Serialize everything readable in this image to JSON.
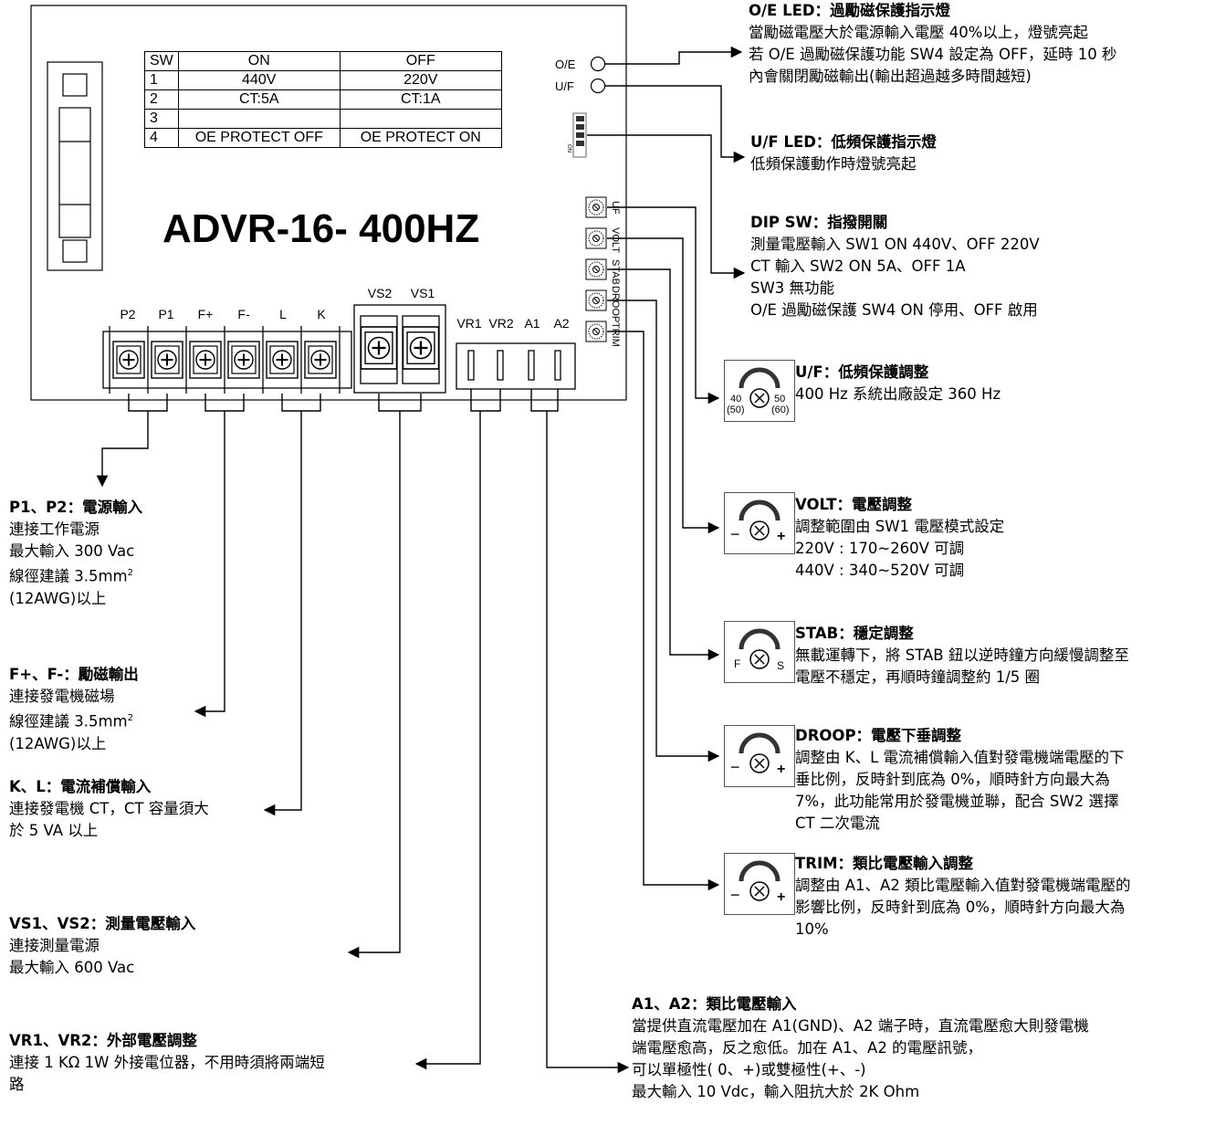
{
  "switch_table": {
    "header": [
      "SW",
      "ON",
      "OFF"
    ],
    "rows": [
      [
        "1",
        "440V",
        "220V"
      ],
      [
        "2",
        "CT:5A",
        "CT:1A"
      ],
      [
        "3",
        "",
        ""
      ],
      [
        "4",
        "OE PROTECT OFF",
        "OE PROTECT ON"
      ]
    ]
  },
  "model_name": "ADVR-16- 400HZ",
  "terminals": {
    "p2": "P2",
    "p1": "P1",
    "fplus": "F+",
    "fminus": "F-",
    "l": "L",
    "k": "K",
    "vs2": "VS2",
    "vs1": "VS1",
    "vr1": "VR1",
    "vr2": "VR2",
    "a1": "A1",
    "a2": "A2"
  },
  "leds": {
    "oe": "O/E",
    "uf": "U/F"
  },
  "dip_on_label": "ON",
  "trimmers": {
    "uf": "UF",
    "volt": "VOLT",
    "stab": "STAB",
    "droop": "DROOP",
    "trim": "TRIM"
  },
  "oe_led": {
    "title": "O/E LED：過勵磁保護指示燈",
    "lines": [
      "當勵磁電壓大於電源輸入電壓 40%以上，燈號亮起",
      "若 O/E 過勵磁保護功能 SW4 設定為 OFF，延時 10 秒",
      "內會關閉勵磁輸出(輸出超過越多時間越短)"
    ]
  },
  "uf_led": {
    "title": "U/F LED：低頻保護指示燈",
    "lines": [
      "低頻保護動作時燈號亮起"
    ]
  },
  "dip_sw": {
    "title": "DIP SW：指撥開關",
    "lines": [
      "測量電壓輸入 SW1 ON 440V、OFF 220V",
      "CT 輸入 SW2 ON 5A、OFF 1A",
      "SW3  無功能",
      "O/E 過勵磁保護 SW4 ON 停用、OFF 啟用"
    ]
  },
  "uf_adj": {
    "title": "U/F：低頻保護調整",
    "lines": [
      "400 Hz 系統出廠設定 360 Hz"
    ],
    "left_top": "40",
    "left_bottom": "(50)",
    "right_top": "50",
    "right_bottom": "(60)"
  },
  "volt_adj": {
    "title": "VOLT：電壓調整",
    "lines": [
      "調整範圍由 SW1 電壓模式設定",
      "220V : 170~260V 可調",
      "440V : 340~520V 可調"
    ],
    "left": "−",
    "right": "+"
  },
  "stab_adj": {
    "title": "STAB：穩定調整",
    "lines": [
      "無載運轉下，將 STAB 鈕以逆時鐘方向緩慢調整至",
      "電壓不穩定，再順時鐘調整約 1/5 圈"
    ],
    "left": "F",
    "right": "S"
  },
  "droop_adj": {
    "title": "DROOP：電壓下垂調整",
    "lines": [
      "調整由 K、L 電流補償輸入值對發電機端電壓的下",
      "垂比例，反時針到底為 0%，順時針方向最大為",
      "7%，此功能常用於發電機並聯，配合 SW2 選擇",
      "CT 二次電流"
    ],
    "left": "−",
    "right": "+"
  },
  "trim_adj": {
    "title": "TRIM：類比電壓輸入調整",
    "lines": [
      "調整由 A1、A2 類比電壓輸入值對發電機端電壓的",
      "影響比例，反時針到底為 0%，順時針方向最大為",
      "10%"
    ],
    "left": "−",
    "right": "+"
  },
  "a1a2": {
    "title": "A1、A2：類比電壓輸入",
    "lines": [
      "當提供直流電壓加在 A1(GND)、A2 端子時，直流電壓愈大則發電機",
      "端電壓愈高，反之愈低。加在 A1、A2 的電壓訊號，",
      "可以單極性( 0、+)或雙極性(+、-)",
      "最大輸入 10 Vdc，輸入阻抗大於 2K Ohm"
    ]
  },
  "p1p2": {
    "title": "P1、P2：電源輸入",
    "lines": [
      "連接工作電源",
      "最大輸入 300 Vac"
    ],
    "wire_pre": "線徑建議 3.5mm",
    "wire_sup": "2",
    "wire_post": "(12AWG)以上"
  },
  "fpfm": {
    "title": "F+、F-：勵磁輸出",
    "lines": [
      "連接發電機磁場"
    ],
    "wire_pre": "線徑建議 3.5mm",
    "wire_sup": "2",
    "wire_post": "(12AWG)以上"
  },
  "kl": {
    "title": "K、L：電流補償輸入",
    "lines": [
      "連接發電機 CT，CT 容量須大",
      "於 5 VA 以上"
    ]
  },
  "vs": {
    "title": "VS1、VS2：測量電壓輸入",
    "lines": [
      "連接測量電源",
      "最大輸入 600 Vac"
    ]
  },
  "vr": {
    "title": "VR1、VR2：外部電壓調整",
    "lines": [
      "連接 1 KΩ  1W 外接電位器，不用時須將兩端短",
      "路"
    ]
  }
}
